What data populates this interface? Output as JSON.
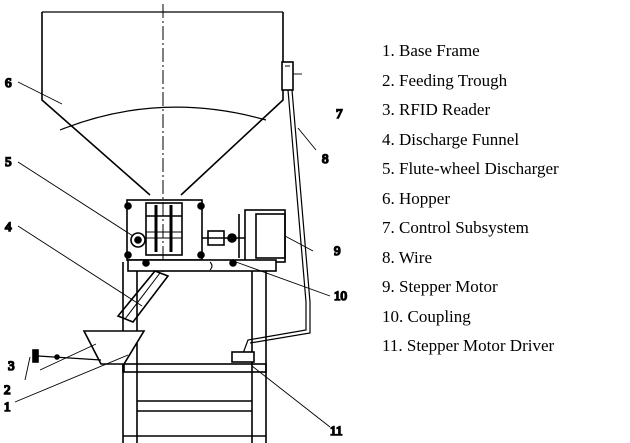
{
  "callouts": [
    "1",
    "2",
    "3",
    "4",
    "5",
    "6",
    "7",
    "8",
    "9",
    "10",
    "11"
  ],
  "legend": [
    "1. Base Frame",
    "2. Feeding Trough",
    "3. RFID Reader",
    "4. Discharge Funnel",
    "5. Flute-wheel Discharger",
    "6. Hopper",
    "7. Control Subsystem",
    "8. Wire",
    "9. Stepper Motor",
    "10. Coupling",
    "11. Stepper Motor Driver"
  ]
}
